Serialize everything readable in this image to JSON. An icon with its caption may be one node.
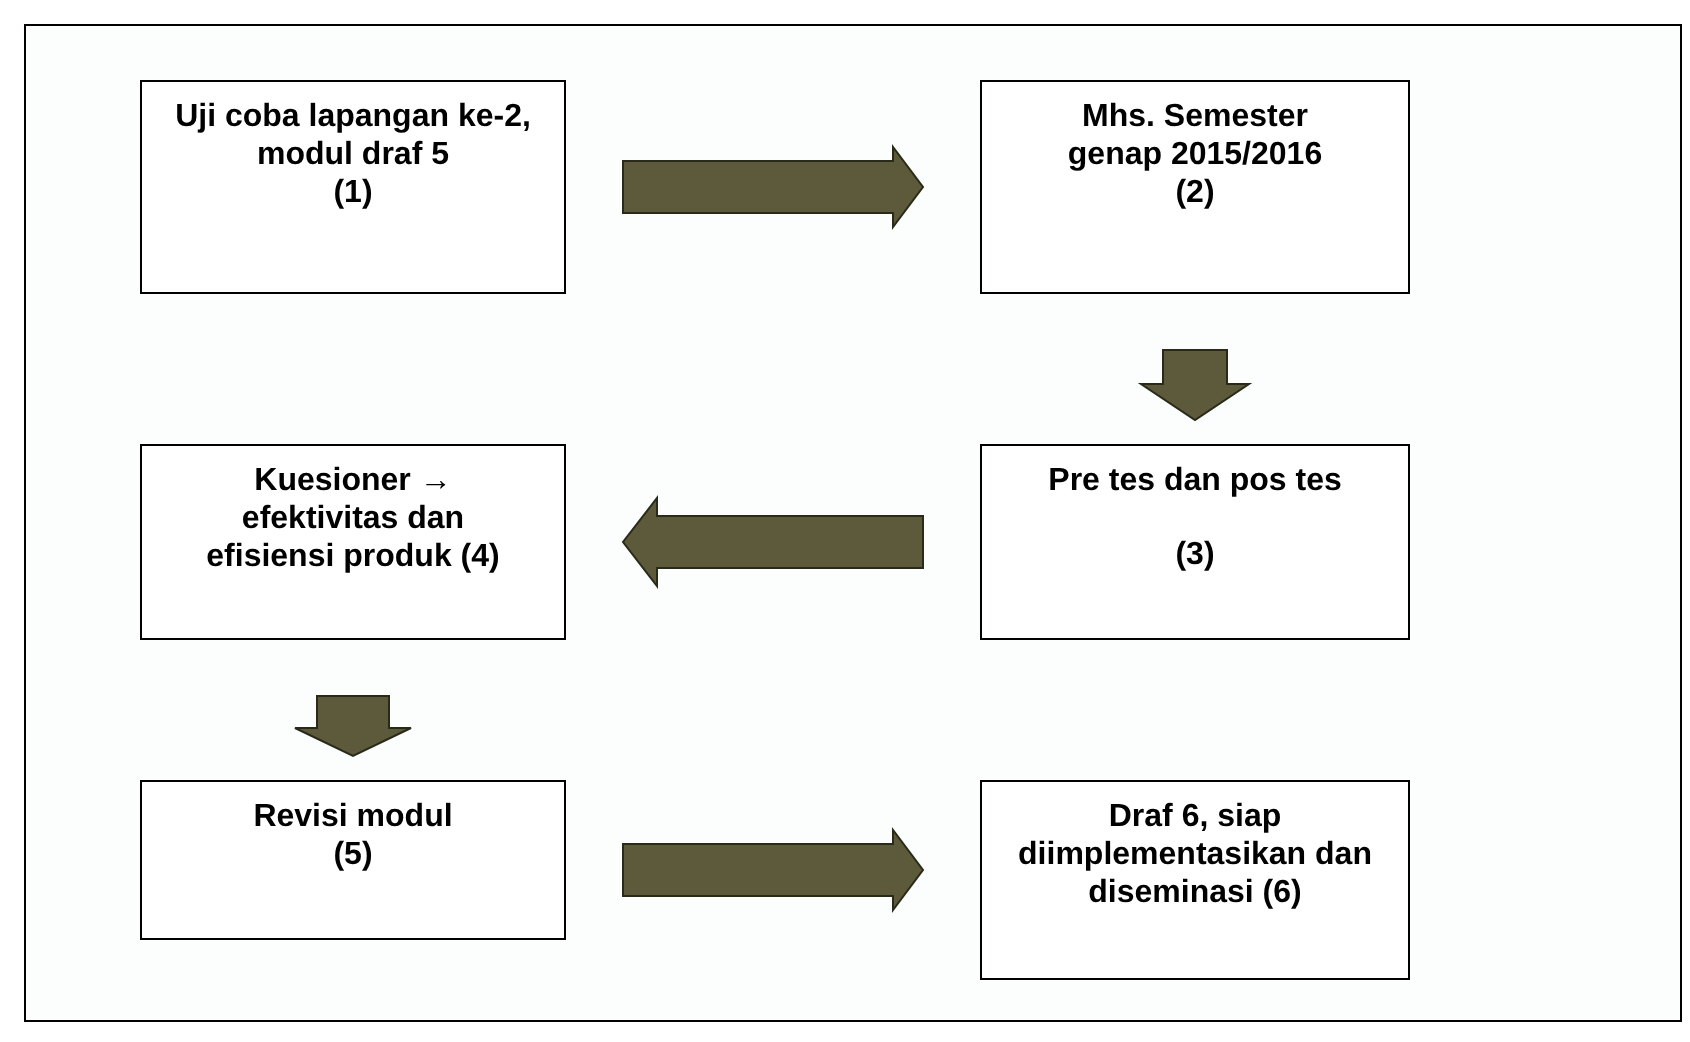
{
  "diagram": {
    "nodes": [
      {
        "text": [
          "Uji coba lapangan ke-2, modul draf 5",
          "(1)"
        ]
      },
      {
        "text": [
          "Mhs. Semester genap 2015/2016",
          "(2)"
        ]
      },
      {
        "text": [
          "Pre tes dan pos tes",
          "(3)"
        ]
      },
      {
        "text": [
          "Kuesioner → efektivitas dan efisiensi produk (4)"
        ]
      },
      {
        "text": [
          "Revisi modul",
          "(5)"
        ]
      },
      {
        "text": [
          "Draf 6, siap diimplementasikan dan diseminasi (6)"
        ]
      }
    ],
    "edges": [
      {
        "from": 0,
        "to": 1,
        "arrow": "to"
      },
      {
        "from": 1,
        "to": 2,
        "arrow": "to"
      },
      {
        "from": 2,
        "to": 3,
        "arrow": "to"
      },
      {
        "from": 3,
        "to": 4,
        "arrow": "to"
      },
      {
        "from": 4,
        "to": 5,
        "arrow": "to"
      }
    ]
  }
}
